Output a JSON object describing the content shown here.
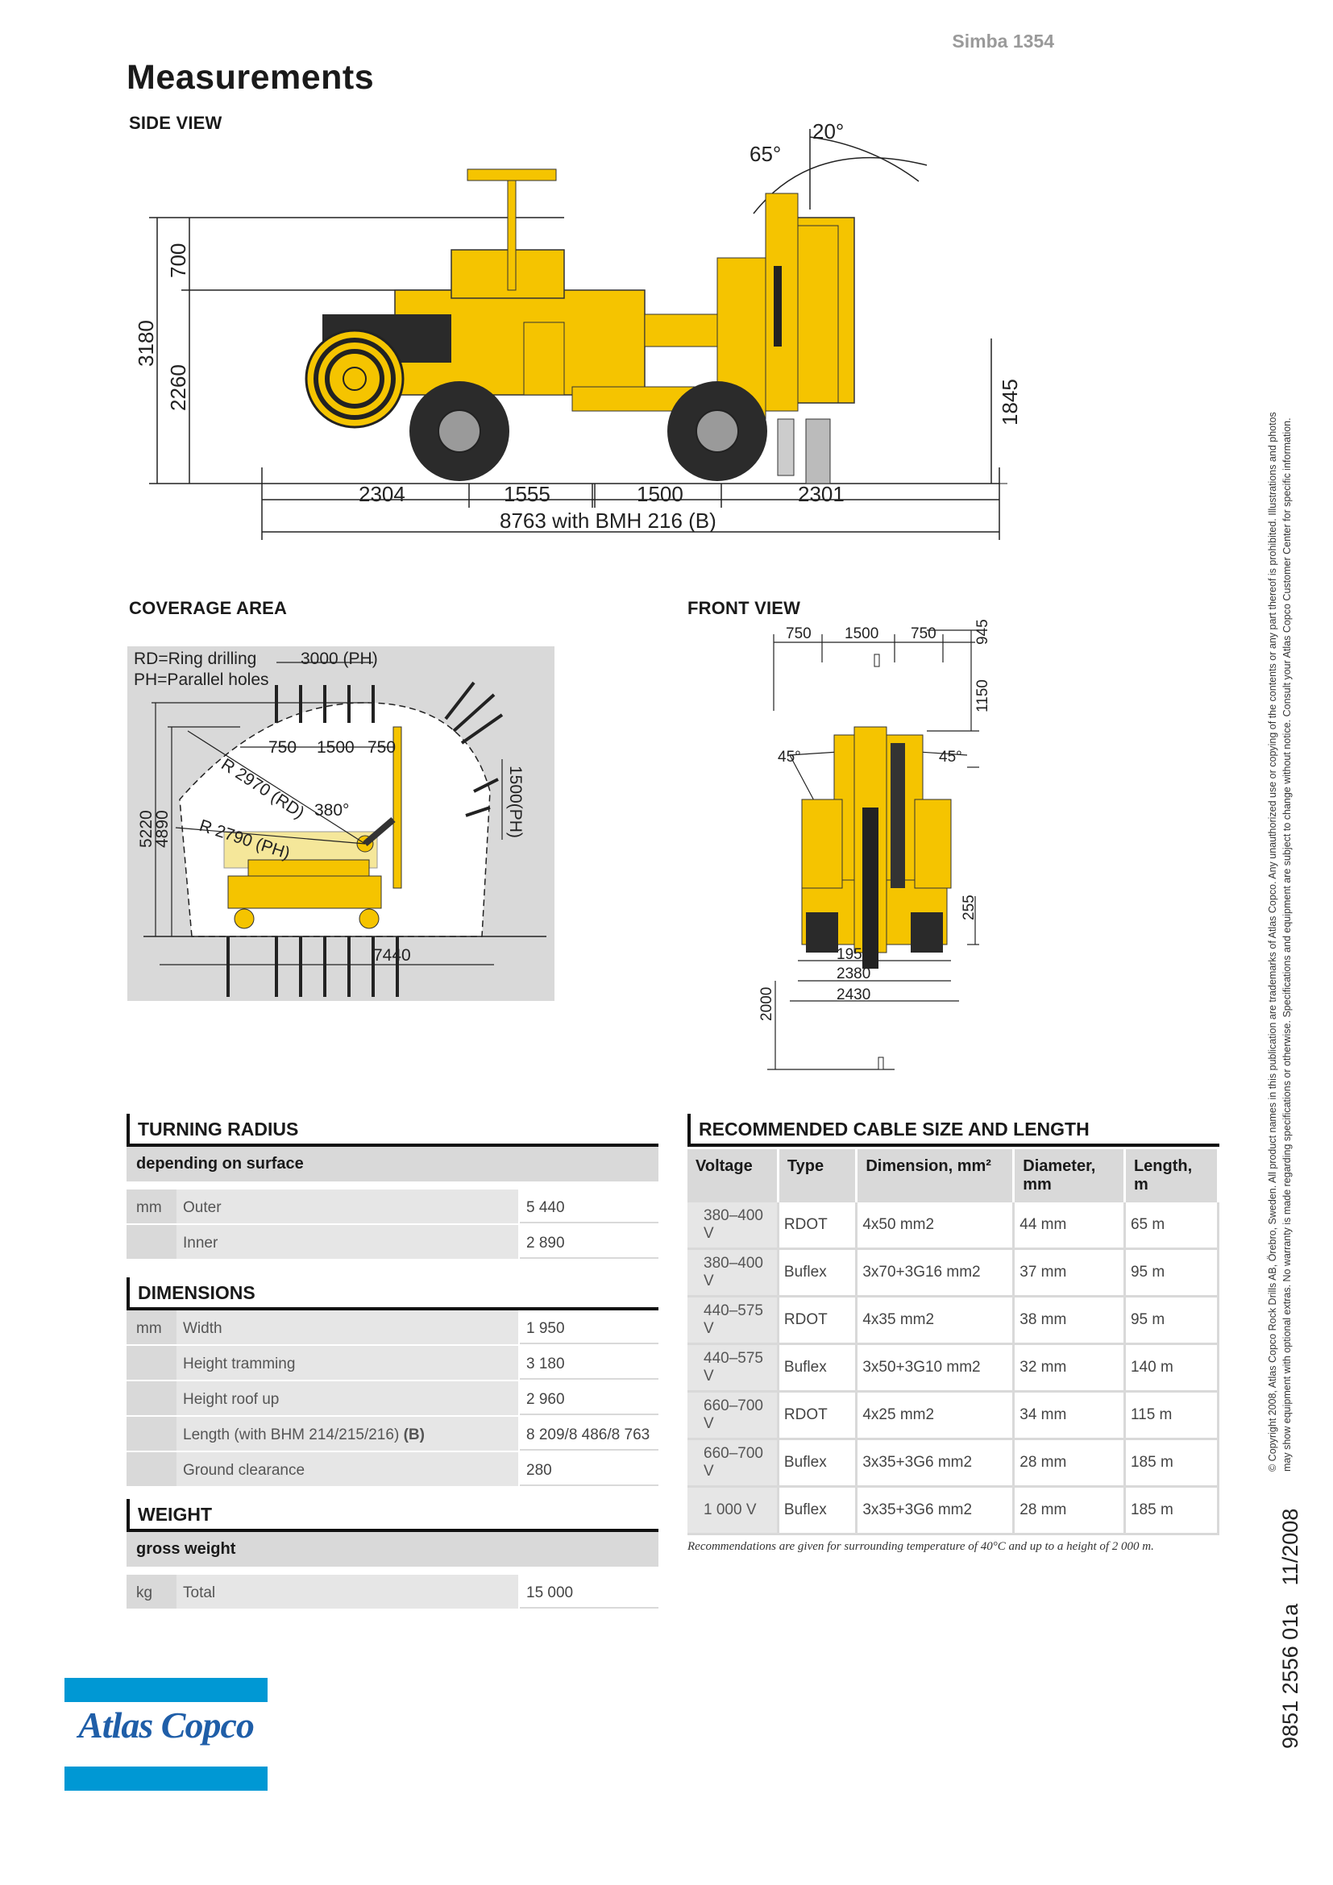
{
  "header": {
    "model": "Simba 1354",
    "title": "Measurements"
  },
  "side_view": {
    "label": "SIDE VIEW",
    "angles": [
      "65°",
      "20°"
    ],
    "heights": [
      "3180",
      "700",
      "2260",
      "1845"
    ],
    "lengths": [
      "2304",
      "1555",
      "1500",
      "2301"
    ],
    "total_length": "8763 with BMH 216 (B)"
  },
  "coverage": {
    "label": "COVERAGE AREA",
    "legend": [
      "RD=Ring drilling",
      "PH=Parallel holes"
    ],
    "dims": {
      "ph_width": "3000 (PH)",
      "w1": "750",
      "w2": "1500",
      "w3": "750",
      "r_rd": "R 2970 (RD)",
      "r_ph": "R 2790 (PH)",
      "angle": "380°",
      "ph_side": "1500(PH)",
      "h1": "5220",
      "h2": "4890",
      "width": "7440"
    }
  },
  "front_view": {
    "label": "FRONT VIEW",
    "dims": {
      "t1": "750",
      "t2": "1500",
      "t3": "750",
      "top": "945",
      "h": "1150",
      "a_left": "45°",
      "a_right": "45°",
      "ground": "255",
      "b1": "1950",
      "b2": "2380",
      "b3": "2430",
      "side": "2000"
    }
  },
  "turning_radius": {
    "title": "TURNING RADIUS",
    "subhead": "depending on surface",
    "unit": "mm",
    "rows": [
      {
        "name": "Outer",
        "value": "5 440"
      },
      {
        "name": "Inner",
        "value": "2 890"
      }
    ]
  },
  "dimensions": {
    "title": "DIMENSIONS",
    "unit": "mm",
    "rows": [
      {
        "name": "Width",
        "value": "1 950"
      },
      {
        "name": "Height tramming",
        "value": "3 180"
      },
      {
        "name": "Height roof up",
        "value": "2 960"
      },
      {
        "name": "Length (with BHM 214/215/216)",
        "suffix": "(B)",
        "value": "8 209/8 486/8 763"
      },
      {
        "name": "Ground clearance",
        "value": "280"
      }
    ]
  },
  "weight": {
    "title": "WEIGHT",
    "subhead": "gross weight",
    "unit": "kg",
    "rows": [
      {
        "name": "Total",
        "value": "15 000"
      }
    ]
  },
  "cable": {
    "title": "RECOMMENDED CABLE SIZE AND LENGTH",
    "headers": [
      "Voltage",
      "Type",
      "Dimension, mm²",
      "Diameter, mm",
      "Length, m"
    ],
    "rows": [
      [
        "380–400 V",
        "RDOT",
        "4x50 mm2",
        "44 mm",
        "65 m"
      ],
      [
        "380–400 V",
        "Buflex",
        "3x70+3G16 mm2",
        "37 mm",
        "95 m"
      ],
      [
        "440–575 V",
        "RDOT",
        "4x35 mm2",
        "38 mm",
        "95 m"
      ],
      [
        "440–575 V",
        "Buflex",
        "3x50+3G10 mm2",
        "32 mm",
        "140 m"
      ],
      [
        "660–700 V",
        "RDOT",
        "4x25 mm2",
        "34 mm",
        "115 m"
      ],
      [
        "660–700 V",
        "Buflex",
        "3x35+3G6 mm2",
        "28 mm",
        "185 m"
      ],
      [
        "1 000 V",
        "Buflex",
        "3x35+3G6 mm2",
        "28 mm",
        "185 m"
      ]
    ],
    "note": "Recommendations are given for surrounding temperature of 40°C and up to a height of 2 000 m."
  },
  "footer": {
    "logo": "Atlas Copco",
    "doc_number": "9851 2556 01a   11/2008",
    "copyright_1": "© Copyright 2008, Atlas Copco Rock Drills AB, Örebro, Sweden. All product names in this publication are trademarks of Atlas Copco. Any unauthorized use or copying of the contents or any part thereof is prohibited. Illustrations and photos",
    "copyright_2": "may show equipment with optional extras. No warranty is made regarding specifications or otherwise. Specifications and equipment are subject to change without notice. Consult your Atlas Copco Customer Center for specific information."
  },
  "colors": {
    "machine_yellow": "#f5c400",
    "brand_blue": "#0098d4",
    "logo_text": "#1f5ea8"
  }
}
